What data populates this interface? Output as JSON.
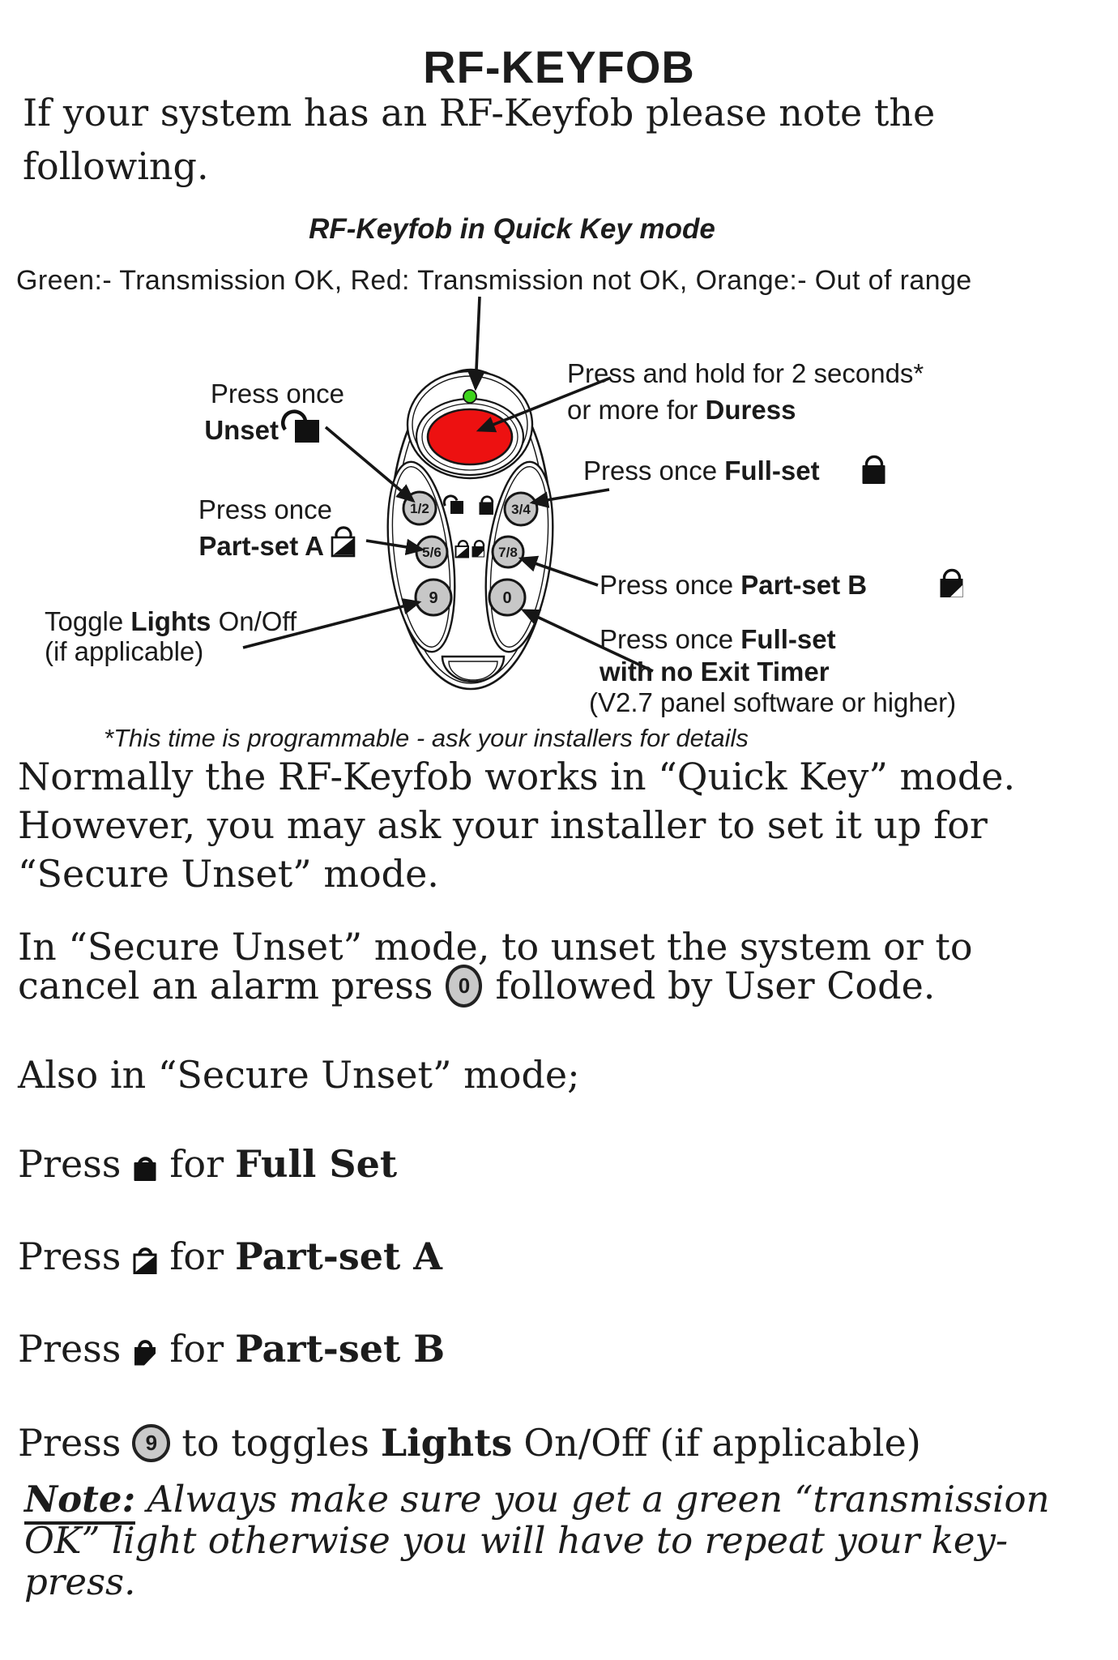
{
  "page": {
    "title": "RF-KEYFOB",
    "intro": "If your system has an RF-Keyfob please note the\nfollowing.",
    "subtitle": "RF-Keyfob in Quick Key mode",
    "status_line": "Green:- Transmission OK, Red: Transmission not OK, Orange:- Out of range"
  },
  "diagram": {
    "buttons": [
      "1/2",
      "3/4",
      "5/6",
      "7/8",
      "9",
      "0"
    ],
    "callouts": {
      "duress_line1": "Press and hold for 2 seconds*",
      "duress_line2_pre": "or more for ",
      "duress_line2_bold": "Duress",
      "unset_line1": "Press once",
      "unset_line2_bold": "Unset",
      "fullset_pre": "Press once ",
      "fullset_bold": "Full-set",
      "parta_line1": "Press once",
      "parta_line2_bold": "Part-set A",
      "partb_pre": "Press once ",
      "partb_bold": "Part-set B",
      "lights_pre": "Toggle ",
      "lights_bold": "Lights",
      "lights_post": " On/Off",
      "lights_line2": "(if applicable)",
      "noexit_pre": "Press once ",
      "noexit_bold": "Full-set",
      "noexit_line2": "with no Exit Timer",
      "noexit_line3": "(V2.7 panel software or higher)"
    },
    "footnote": "*This time is programmable - ask your installers for details",
    "colors": {
      "led_green": "#3ed41c",
      "button_red": "#ed1111",
      "key_gray": "#c7c7c7"
    }
  },
  "body": {
    "para1": "Normally the RF-Keyfob works in “Quick Key” mode.\nHowever, you may ask your installer to set it up for\n“Secure Unset” mode.",
    "para2_line1": "In “Secure Unset” mode, to unset the system or to",
    "para2_line2_pre": "cancel an alarm press",
    "para2_key": "0",
    "para2_line2_post": "followed by User Code.",
    "para3": "Also in “Secure Unset” mode;",
    "press_rows": [
      {
        "pre": "Press",
        "mid": "for",
        "label": "Full Set"
      },
      {
        "pre": "Press",
        "mid": "for",
        "label": "Part-set A"
      },
      {
        "pre": "Press",
        "mid": "for",
        "label": "Part-set B"
      }
    ],
    "lights_pre": "Press",
    "lights_key": "9",
    "lights_mid": "to toggles",
    "lights_bold": "Lights",
    "lights_post": "On/Off (if applicable)",
    "note_label": "Note:",
    "note_line1": " Always make sure you get a green “transmission",
    "note_line2": "OK” light otherwise you will have to repeat your key-",
    "note_line3": "press."
  }
}
